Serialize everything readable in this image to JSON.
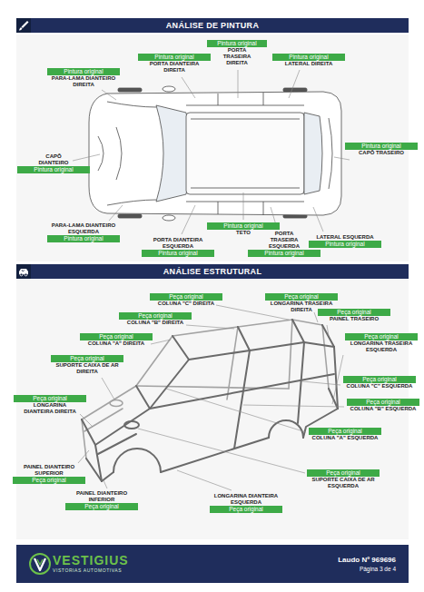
{
  "diagram": {
    "nodes": [
      {
        "text": [
          "ANÁLISE DE PINTURA"
        ]
      },
      {
        "text": [
          "Pintura original",
          "PORTA TRASEIRA DIREITA"
        ]
      },
      {
        "text": [
          "Pintura original",
          "PORTA DIANTEIRA DIREITA"
        ]
      },
      {
        "text": [
          "Pintura original",
          "LATERAL DIREITA"
        ]
      },
      {
        "text": [
          "Pintura original",
          "PARA-LAMA DIANTEIRO DIREITA"
        ]
      },
      {
        "text": [
          "Pintura original",
          "CAPÔ TRASEIRO"
        ]
      },
      {
        "text": [
          "CAPÔ DIANTEIRO",
          "Pintura original"
        ]
      },
      {
        "text": [
          "PARA-LAMA DIANTEIRO ESQUERDA",
          "Pintura original"
        ]
      },
      {
        "text": [
          "Pintura original",
          "TETO"
        ]
      },
      {
        "text": [
          "PORTA TRASEIRA ESQUERDA",
          "Pintura original"
        ]
      },
      {
        "text": [
          "LATERAL ESQUERDA",
          "Pintura original"
        ]
      },
      {
        "text": [
          "PORTA DIANTEIRA ESQUERDA",
          "Pintura original"
        ]
      },
      {
        "text": [
          "ANÁLISE ESTRUTURAL"
        ]
      },
      {
        "text": [
          "Peça original",
          "COLUNA \"C\" DIREITA"
        ]
      },
      {
        "text": [
          "Peça original",
          "LONGARINA TRASEIRA DIREITA"
        ]
      },
      {
        "text": [
          "Peça original",
          "PAINEL TRASEIRO"
        ]
      },
      {
        "text": [
          "Peça original",
          "COLUNA \"B\" DIREITA"
        ]
      },
      {
        "text": [
          "Peça original",
          "COLUNA \"A\" DIREITA"
        ]
      },
      {
        "text": [
          "Peça original",
          "LONGARINA TRASEIRA ESQUERDA"
        ]
      },
      {
        "text": [
          "Peça original",
          "SUPORTE CAIXA DE AR DIREITA"
        ]
      },
      {
        "text": [
          "Peça original",
          "COLUNA \"C\" ESQUERDA"
        ]
      },
      {
        "text": [
          "Peça original",
          "LONGARINA DIANTEIRA DIREITA"
        ]
      },
      {
        "text": [
          "Peça original",
          "COLUNA \"B\" ESQUERDA"
        ]
      },
      {
        "text": [
          "Peça original",
          "COLUNA \"A\" ESQUERDA"
        ]
      },
      {
        "text": [
          "PAINEL DIANTEIRO SUPERIOR",
          "Peça original"
        ]
      },
      {
        "text": [
          "Peça original",
          "SUPORTE CAIXA DE AR ESQUERDA"
        ]
      },
      {
        "text": [
          "PAINEL DIANTEIRO INFERIOR",
          "Peça original"
        ]
      },
      {
        "text": [
          "LONGARINA DIANTEIRA ESQUERDA",
          "Peça original"
        ]
      },
      {
        "text": [
          "VESTIGIUS",
          "VISTORIAS AUTOMOTIVAS",
          "Laudo Nº 969696",
          "Página 3 de 4"
        ]
      }
    ]
  }
}
